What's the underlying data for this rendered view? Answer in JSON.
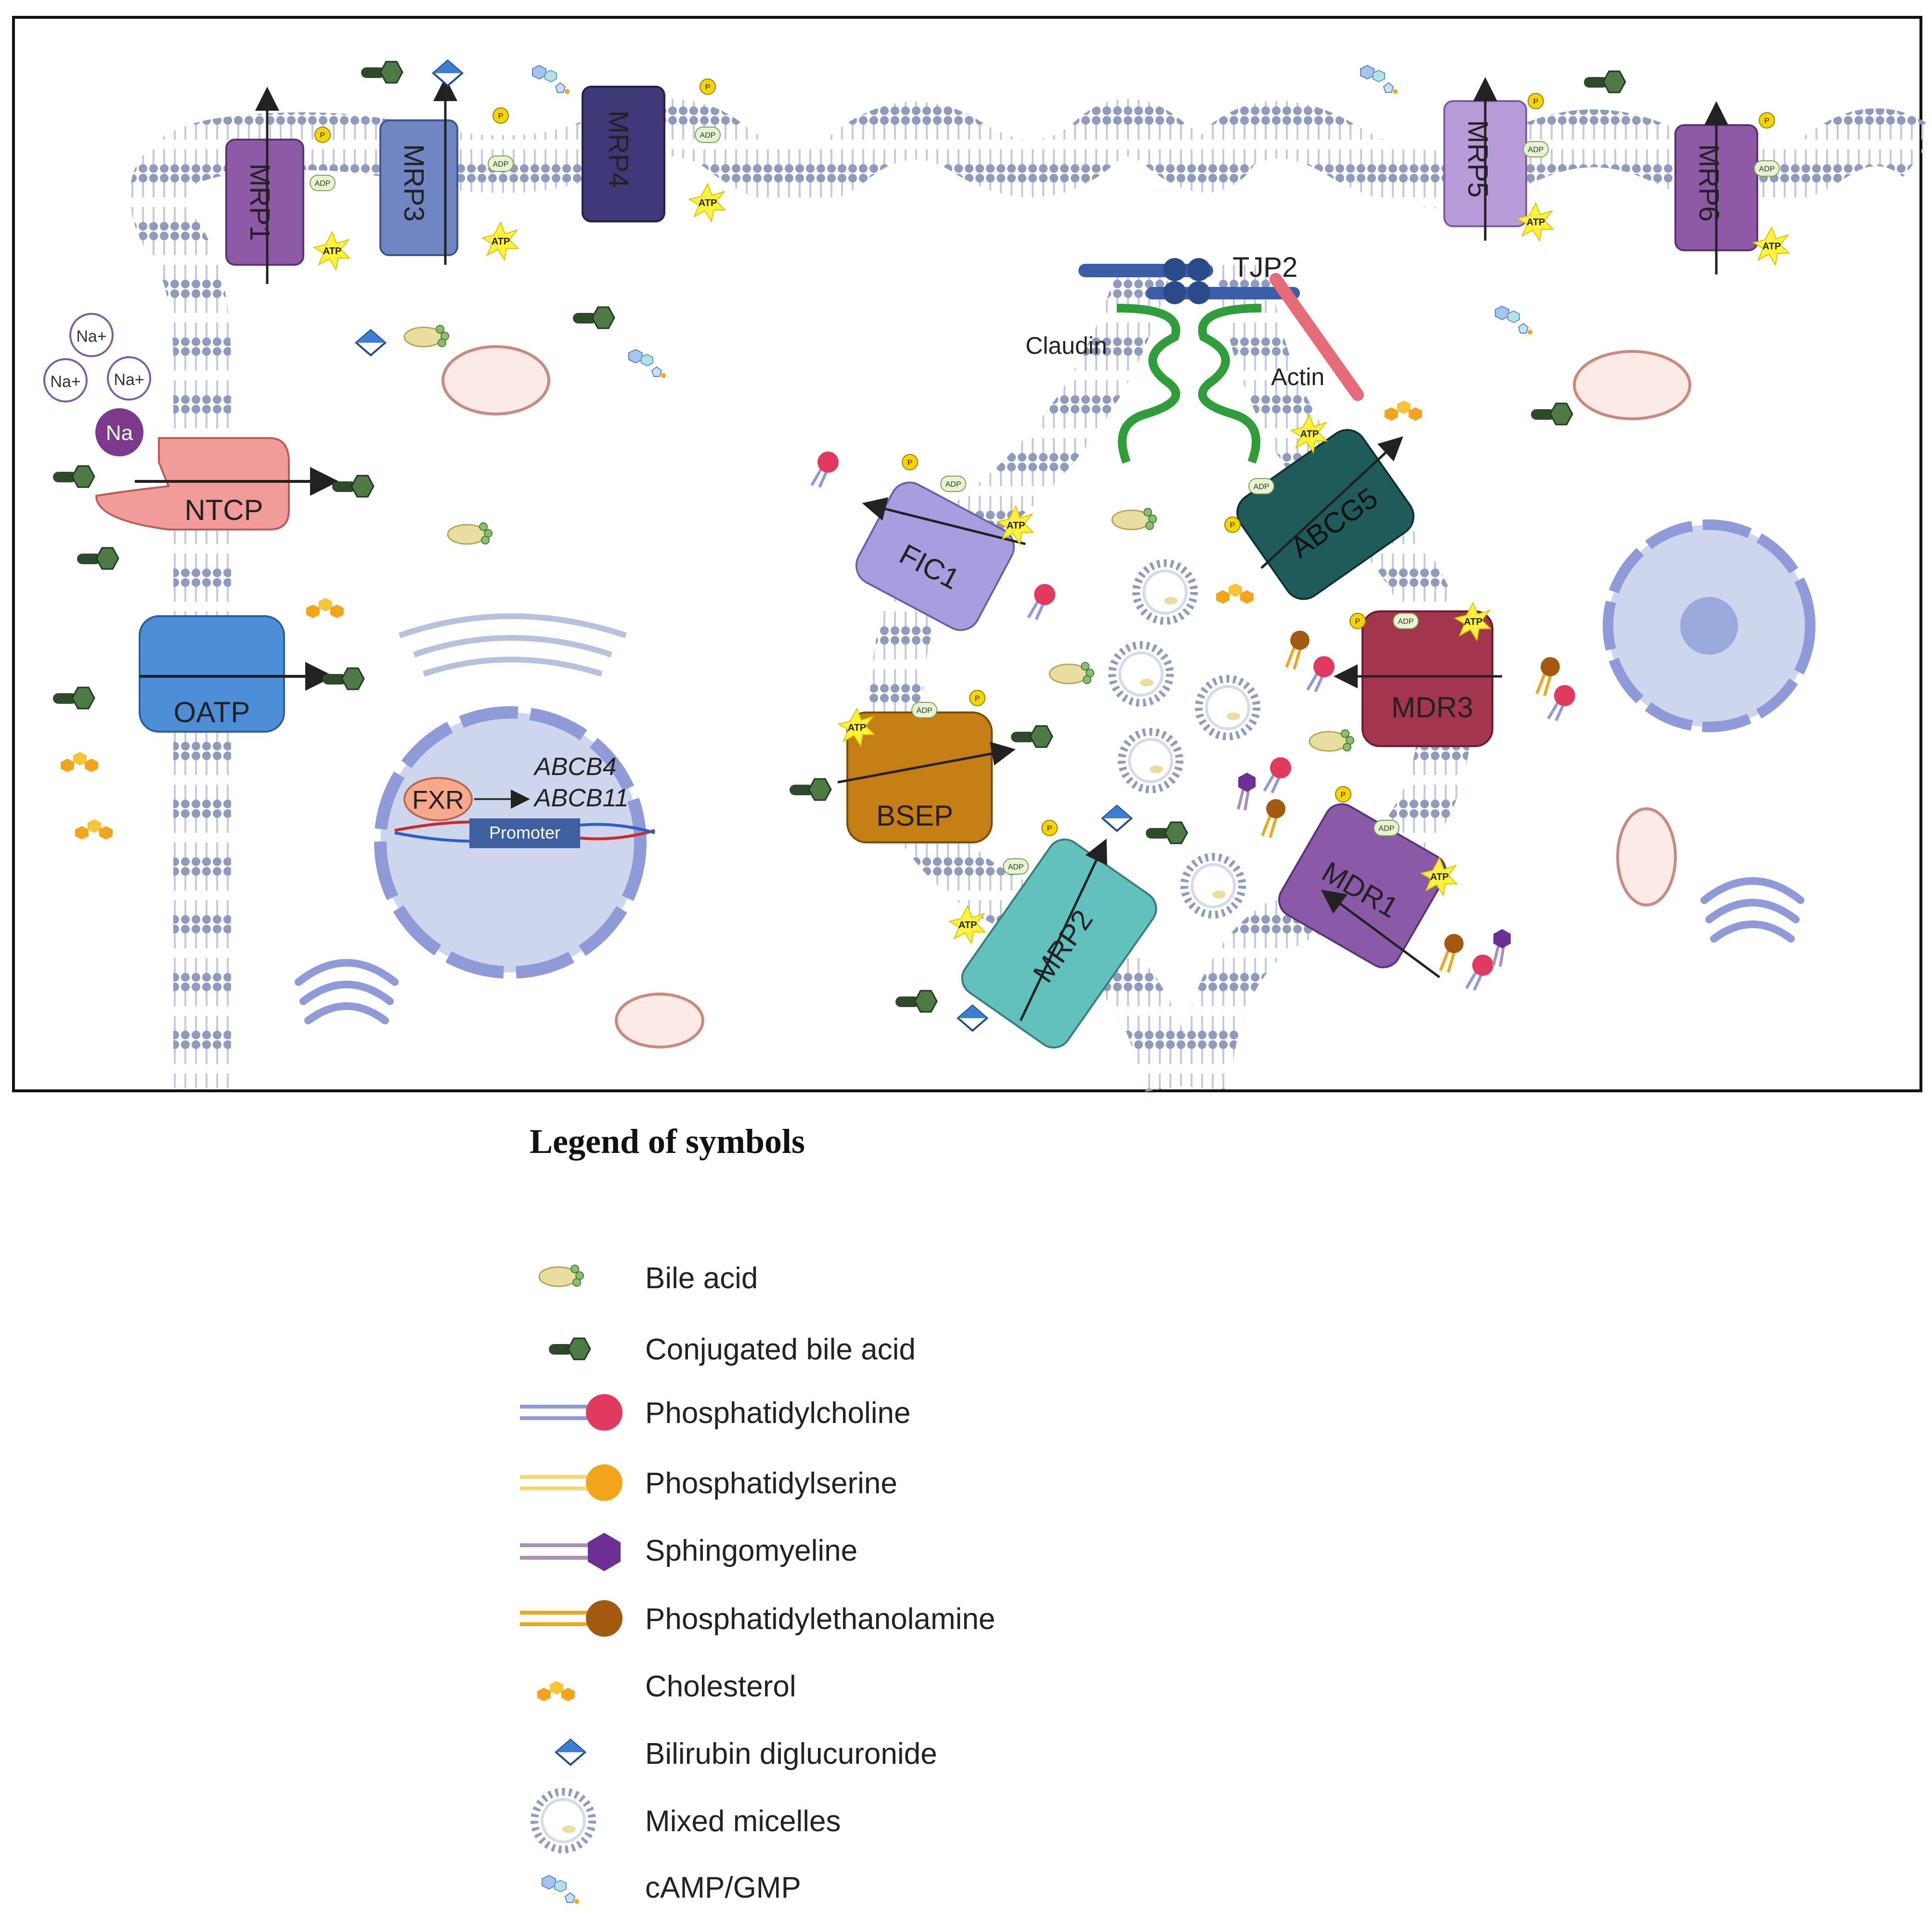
{
  "labels": {
    "na_ion": "Na",
    "na_plus": "Na+",
    "ntcp": "NTCP",
    "oatp": "OATP",
    "mrp1": "MRP1",
    "mrp3": "MRP3",
    "mrp4": "MRP4",
    "mrp5": "MRP5",
    "mrp6": "MRP6",
    "mrp2": "MRP2",
    "fic1": "FIC1",
    "bsep": "BSEP",
    "abcg5": "ABCG5",
    "mdr3": "MDR3",
    "mdr1": "MDR1",
    "tjp2": "TJP2",
    "claudin": "Claudin",
    "actin": "Actin",
    "fxr": "FXR",
    "abcb4": "ABCB4",
    "abcb11": "ABCB11",
    "promoter": "Promoter",
    "atp": "ATP",
    "adp": "ADP",
    "p": "P"
  },
  "legend": {
    "title": "Legend of symbols",
    "items": [
      {
        "label": "Bile acid",
        "icon": "bile-acid-icon"
      },
      {
        "label": "Conjugated bile acid",
        "icon": "conjugated-bile-acid-icon"
      },
      {
        "label": "Phosphatidylcholine",
        "icon": "phosphatidylcholine-icon"
      },
      {
        "label": "Phosphatidylserine",
        "icon": "phosphatidylserine-icon"
      },
      {
        "label": "Sphingomyeline",
        "icon": "sphingomyeline-icon"
      },
      {
        "label": "Phosphatidylethanolamine",
        "icon": "phosphatidylethanolamine-icon"
      },
      {
        "label": "Cholesterol",
        "icon": "cholesterol-icon"
      },
      {
        "label": "Bilirubin diglucuronide",
        "icon": "bilirubin-diglucuronide-icon"
      },
      {
        "label": "Mixed micelles",
        "icon": "mixed-micelles-icon"
      },
      {
        "label": "cAMP/GMP",
        "icon": "camp-gmp-icon"
      }
    ]
  },
  "colors": {
    "membrane": "#9aa6c6",
    "membrane_head": "#8f9bbd",
    "mrp1": "#8e5aa8",
    "mrp3": "#6f86c2",
    "mrp4": "#3f3878",
    "mrp5": "#b99ad8",
    "mrp6": "#8e5aa8",
    "ntcp": "#f08c8c",
    "oatp": "#4d8fd6",
    "fic1": "#a79ee0",
    "bsep": "#c57e14",
    "abcg5": "#1f5b5a",
    "mdr3": "#a3354e",
    "mdr1": "#8a5aa8",
    "mrp2": "#62c0bd",
    "atp": "#fff23a",
    "p_circle": "#f6d400",
    "adp": "#e6f5cf",
    "conjugated_bile": "#3e6b3a",
    "phosphatidylcholine": "#e23a5f",
    "phosphatidylserine": "#f2a51a",
    "sphingomyeline": "#6b2f96",
    "phosphatidylethanolamine": "#a35a10",
    "cholesterol": "#f2a51a",
    "bilirubin": "#2f6fc4"
  }
}
